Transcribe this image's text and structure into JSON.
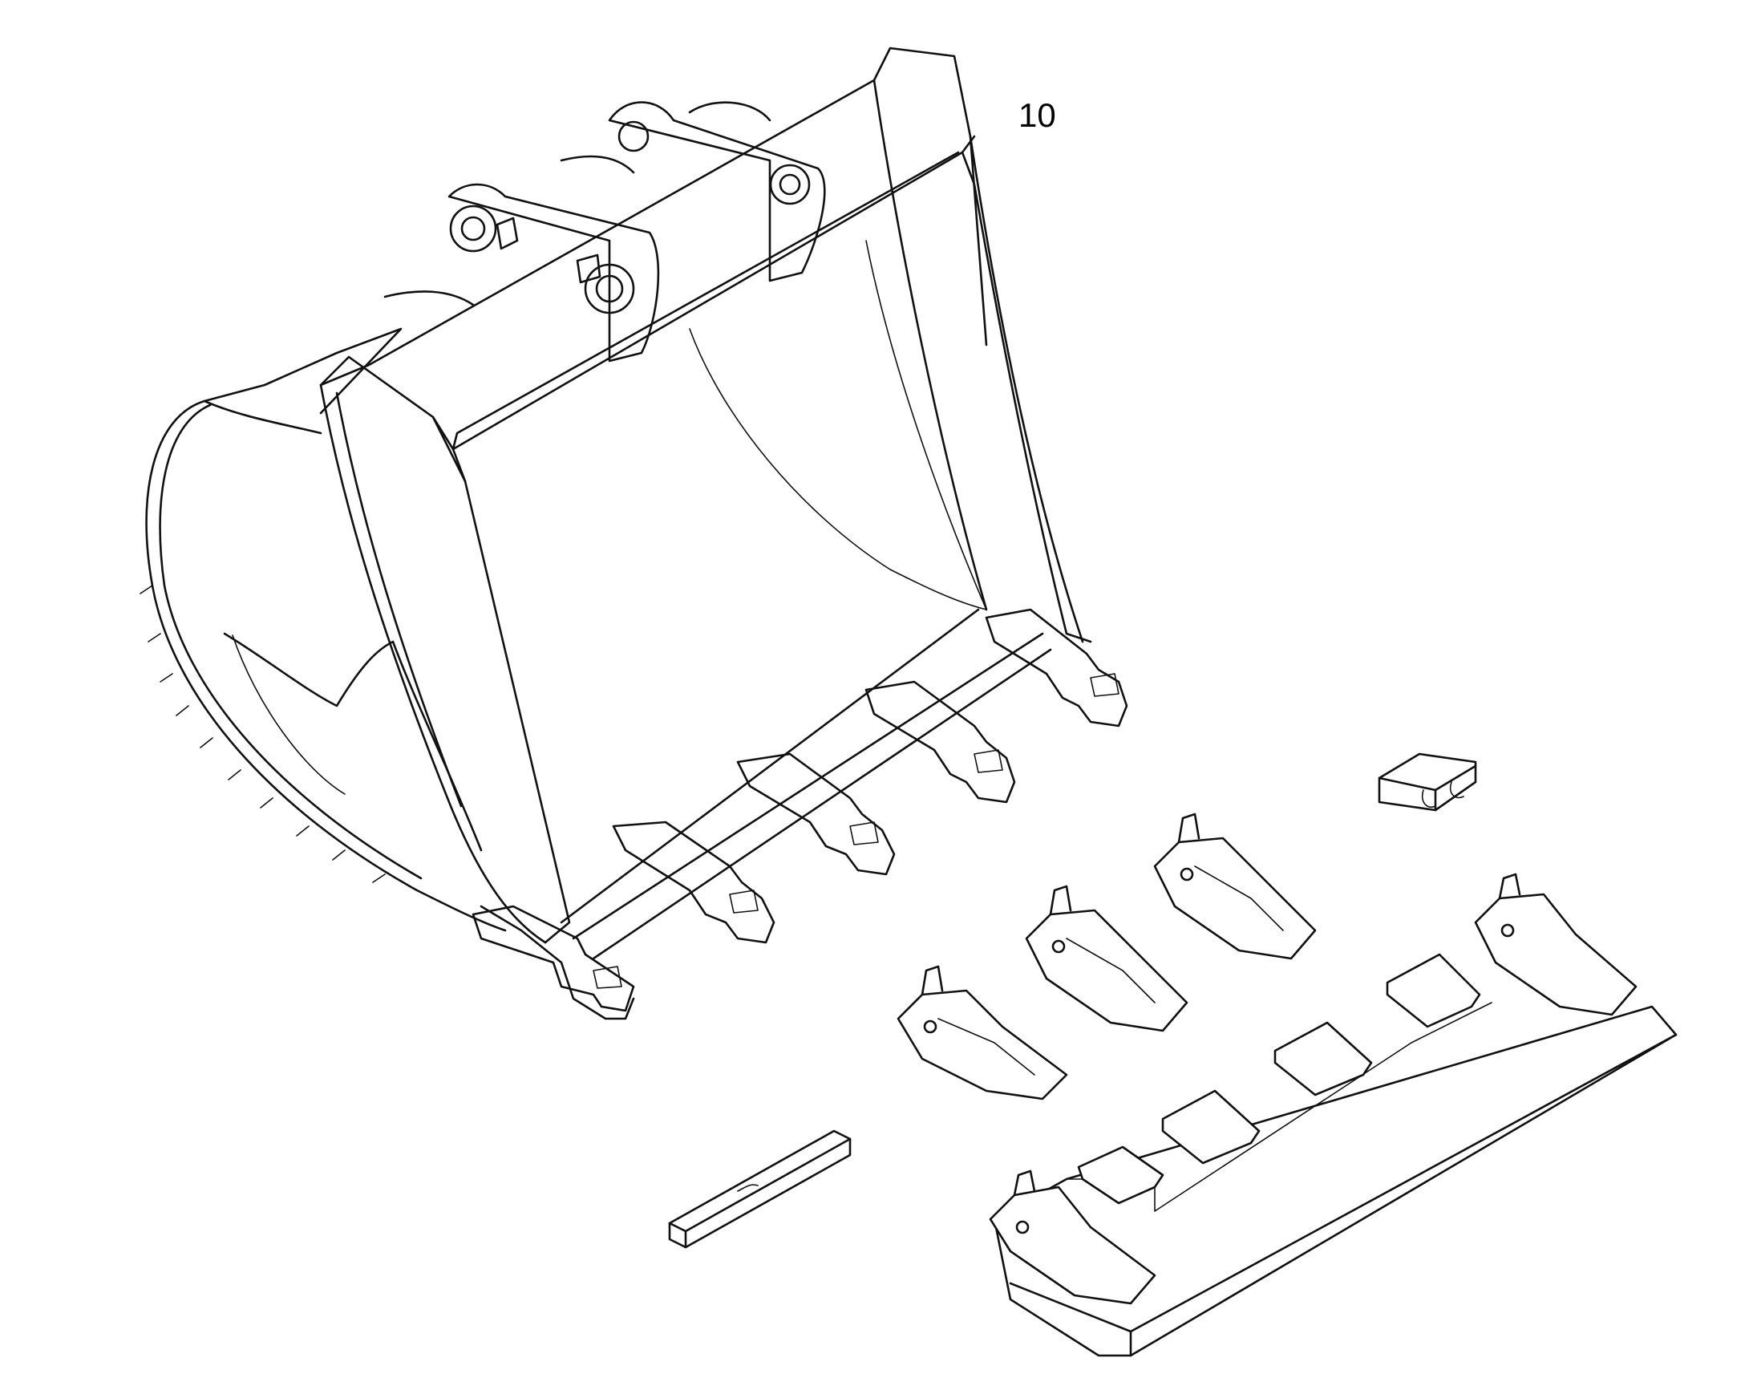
{
  "diagram": {
    "callout_number": "10",
    "parts": [
      {
        "name": "bucket-body"
      },
      {
        "name": "adapter-teeth-row"
      },
      {
        "name": "retainer-block"
      },
      {
        "name": "bucket-tooth"
      },
      {
        "name": "cutting-edge-segment"
      },
      {
        "name": "side-cutter-bar"
      },
      {
        "name": "wear-pad"
      }
    ]
  }
}
